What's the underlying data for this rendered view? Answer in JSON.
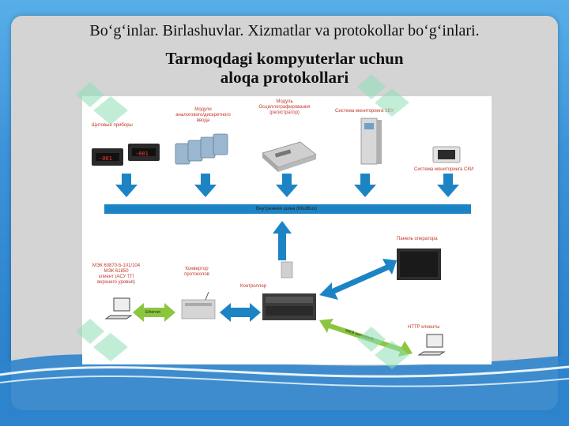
{
  "slide": {
    "header": "Bo‘g‘inlar. Birlashuvlar. Xizmatlar va protokollar bo‘g‘inlari.",
    "title_line1": "Tarmoqdagi kompyuterlar uchun",
    "title_line2": "aloqa protokollari"
  },
  "diagram": {
    "labels": {
      "panel_devices": "Щитовые приборы",
      "io_modules_1": "Модули",
      "io_modules_2": "аналогового/дискретного",
      "io_modules_3": "ввода",
      "oscillograph_1": "Модуль",
      "oscillograph_2": "Осциллографирования",
      "oscillograph_3": "(регистратор)",
      "monitor_zvu": "Система мониторинга ЗВУ",
      "monitor_ski": "Система мониторинга СКИ",
      "internal_bus": "Внутренняя шина (ModBus)",
      "operator_panel": "Панель оператора",
      "iec_client_1": "МЭК 60870-5-101/104",
      "iec_client_2": "МЭК 61850",
      "iec_client_3": "клиент (АСУ ТП",
      "iec_client_4": "верхнего уровня)",
      "converter_1": "Конвертор",
      "converter_2": "протоколов",
      "controller": "Контроллер",
      "http_clients": "HTTP клиенты",
      "arrow_ethernet": "Ethernet",
      "arrow_web": "WEB интерфейс",
      "display_1": "-001",
      "display_2": "-001"
    }
  },
  "colors": {
    "bus_blue": "#1c84c4",
    "arrow_green": "#8cc63f",
    "label_red": "#c0392b"
  }
}
